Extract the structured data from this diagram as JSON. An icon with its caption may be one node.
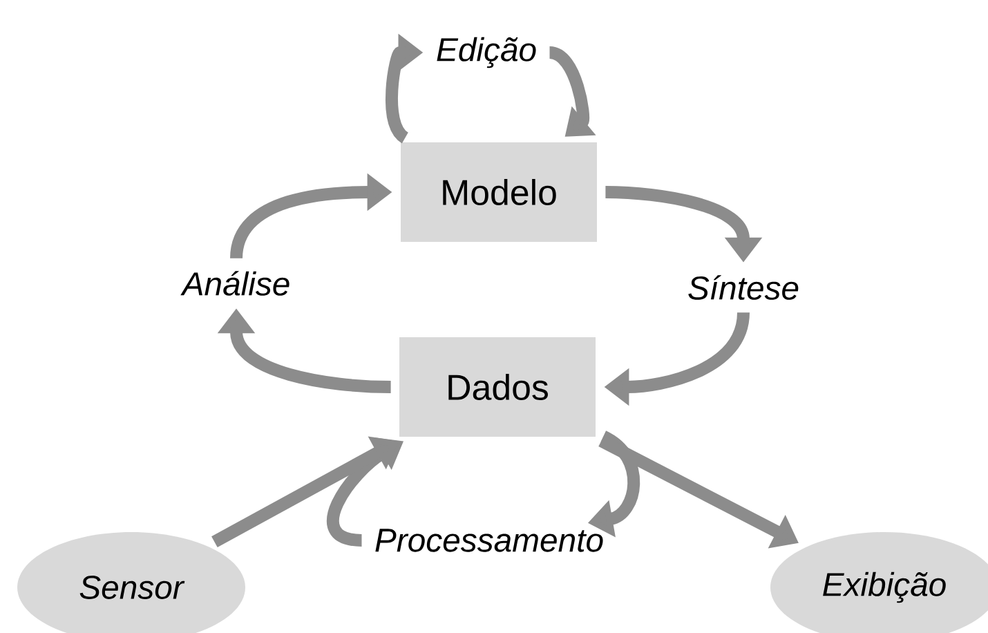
{
  "diagram": {
    "nodes": [
      {
        "text": [
          "Edição"
        ]
      },
      {
        "text": [
          "Modelo"
        ]
      },
      {
        "text": [
          "Análise"
        ]
      },
      {
        "text": [
          "Síntese"
        ]
      },
      {
        "text": [
          "Dados"
        ]
      },
      {
        "text": [
          "Processamento"
        ]
      },
      {
        "text": [
          "Sensor"
        ]
      },
      {
        "text": [
          "Exibição"
        ]
      }
    ],
    "edges": [
      {
        "from": 1,
        "to": 0,
        "arrow": "to"
      },
      {
        "from": 0,
        "to": 1,
        "arrow": "to"
      },
      {
        "from": 4,
        "to": 2,
        "arrow": "to"
      },
      {
        "from": 2,
        "to": 1,
        "arrow": "to"
      },
      {
        "from": 1,
        "to": 3,
        "arrow": "to"
      },
      {
        "from": 3,
        "to": 4,
        "arrow": "to"
      },
      {
        "from": 4,
        "to": 5,
        "arrow": "to"
      },
      {
        "from": 5,
        "to": 4,
        "arrow": "to"
      },
      {
        "from": 6,
        "to": 4,
        "arrow": "to"
      },
      {
        "from": 4,
        "to": 7,
        "arrow": "to"
      }
    ]
  }
}
